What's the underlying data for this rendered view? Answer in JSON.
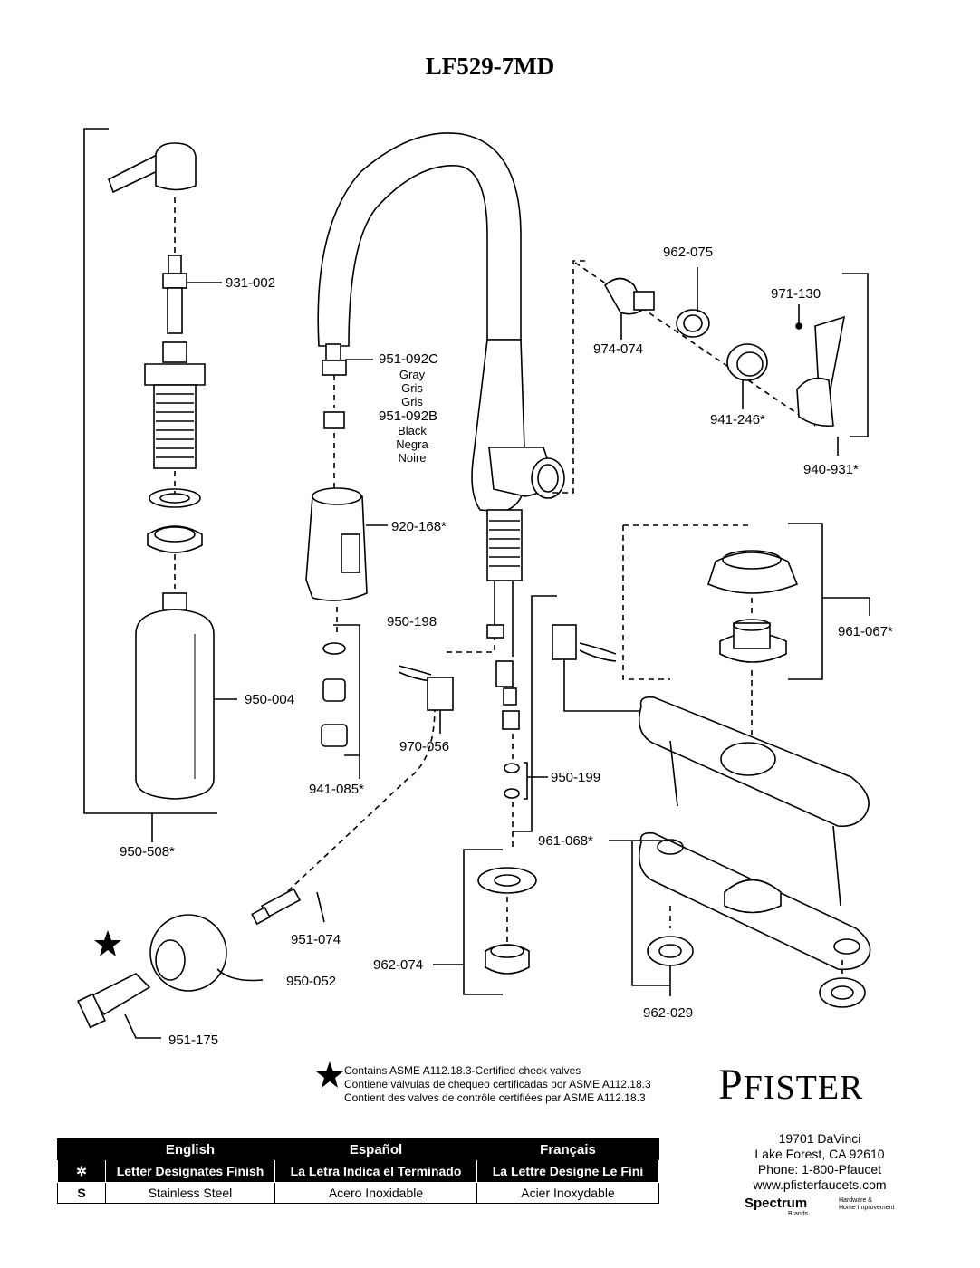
{
  "title": "LF529-7MD",
  "parts": {
    "p931_002": "931-002",
    "p950_004": "950-004",
    "p950_508": "950-508*",
    "p951_092c": "951-092C",
    "p951_092c_c1": "Gray",
    "p951_092c_c2": "Gris",
    "p951_092c_c3": "Gris",
    "p951_092b": "951-092B",
    "p951_092b_c1": "Black",
    "p951_092b_c2": "Negra",
    "p951_092b_c3": "Noire",
    "p920_168": "920-168*",
    "p941_085": "941-085*",
    "p950_198": "950-198",
    "p970_056": "970-056",
    "p950_199": "950-199",
    "p962_075": "962-075",
    "p974_074": "974-074",
    "p971_130": "971-130",
    "p941_246": "941-246*",
    "p940_931": "940-931*",
    "p961_067": "961-067*",
    "p961_068": "961-068*",
    "p951_074": "951-074",
    "p950_052": "950-052",
    "p951_175": "951-175",
    "p962_074": "962-074",
    "p962_029": "962-029"
  },
  "legend": {
    "line1": "Contains ASME A112.18.3-Certified check valves",
    "line2": "Contiene válvulas de chequeo certificadas por ASME A112.18.3",
    "line3": "Contient des valves de contrôle certifiées par ASME A112.18.3"
  },
  "brand": {
    "name_first": "P",
    "name_mid": "fister",
    "address1": "19701 DaVinci",
    "address2": "Lake Forest, CA 92610",
    "phone": "Phone: 1-800-Pfaucet",
    "web": "www.pfisterfaucets.com",
    "spectrum": "Spectrum",
    "spectrum_brands": "Brands",
    "spectrum_sub1": "Hardware &",
    "spectrum_sub2": "Home Improvement"
  },
  "finish_table": {
    "headers": [
      "English",
      "Español",
      "Français"
    ],
    "symbol": "✲",
    "subheaders": [
      "Letter Designates Finish",
      "La Letra Indica el Terminado",
      "La Lettre Designe Le Fini"
    ],
    "rows": [
      {
        "code": "S",
        "en": "Stainless Steel",
        "es": "Acero Inoxidable",
        "fr": "Acier Inoxydable"
      }
    ]
  },
  "colors": {
    "ink": "#000000",
    "paper": "#ffffff",
    "shade": "#d8d8d8"
  }
}
